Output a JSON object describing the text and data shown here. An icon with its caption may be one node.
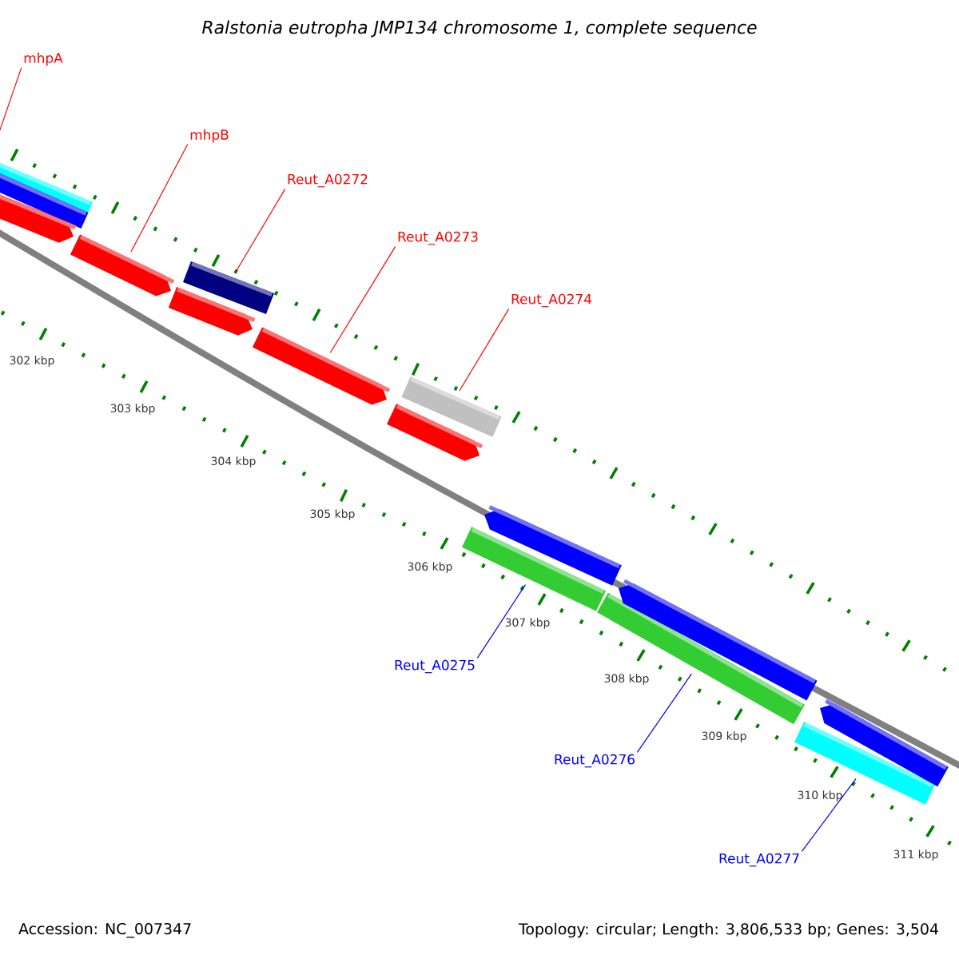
{
  "diagram": {
    "title": "Ralstonia eutropha JMP134 chromosome 1, complete sequence",
    "nodes": [
      {
        "text": [
          "mhpA"
        ]
      },
      {
        "text": [
          "mhpB"
        ]
      },
      {
        "text": [
          "Reut_A0272"
        ]
      },
      {
        "text": [
          "Reut_A0273"
        ]
      },
      {
        "text": [
          "Reut_A0274"
        ]
      },
      {
        "text": [
          "Reut_A0275"
        ]
      },
      {
        "text": [
          "Reut_A0276"
        ]
      },
      {
        "text": [
          "Reut_A0277"
        ]
      },
      {
        "text": [],
        "shape": "bar"
      },
      {
        "text": [],
        "shape": "bar"
      },
      {
        "text": [],
        "shape": "pentagon"
      },
      {
        "text": [],
        "shape": "pentagon"
      },
      {
        "text": [],
        "shape": "pentagon"
      },
      {
        "text": [],
        "shape": "bar"
      },
      {
        "text": [],
        "shape": "pentagon"
      },
      {
        "text": [],
        "shape": "pentagon"
      },
      {
        "text": [],
        "shape": "bar"
      },
      {
        "text": [],
        "shape": "bar"
      },
      {
        "text": [],
        "shape": "pentagon"
      },
      {
        "text": [],
        "shape": "bar"
      },
      {
        "text": [],
        "shape": "pentagon"
      },
      {
        "text": [],
        "shape": "bar"
      },
      {
        "text": [],
        "shape": "pentagon"
      }
    ],
    "edges": [
      {
        "from": 0,
        "to": 8,
        "arrow": "none"
      },
      {
        "from": 1,
        "to": 11,
        "arrow": "none"
      },
      {
        "from": 2,
        "to": 13,
        "arrow": "none"
      },
      {
        "from": 3,
        "to": 14,
        "arrow": "none"
      },
      {
        "from": 4,
        "to": 16,
        "arrow": "none"
      },
      {
        "from": 5,
        "to": 17,
        "arrow": "none",
        "color": "#0000ff"
      },
      {
        "from": 6,
        "to": 19,
        "arrow": "none",
        "color": "#0000ff"
      },
      {
        "from": 7,
        "to": 21,
        "arrow": "none",
        "color": "#0000ff"
      }
    ],
    "labels": [
      "302 kbp",
      "303 kbp",
      "304 kbp",
      "305 kbp",
      "306 kbp",
      "307 kbp",
      "308 kbp",
      "309 kbp",
      "310 kbp",
      "311 kbp",
      "Accession: NC_007347",
      "Topology: circular; Length: 3,806,533 bp; Genes: 3,504"
    ]
  }
}
